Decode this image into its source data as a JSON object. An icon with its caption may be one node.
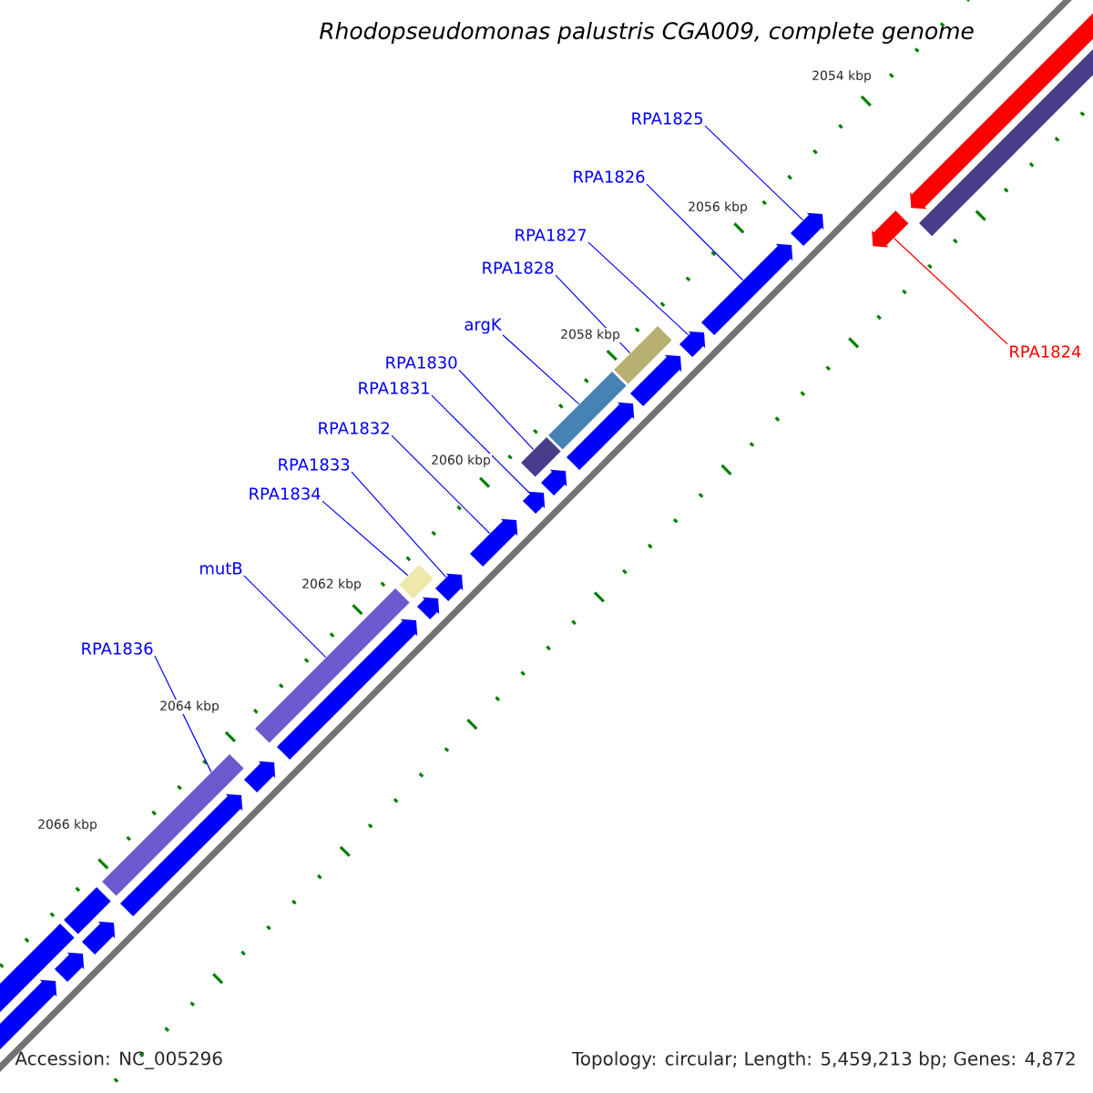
{
  "diagram": {
    "title": "Rhodopseudomonas palustris CGA009, complete genome",
    "nodes": [
      {
        "text": [
          "RPA1825"
        ]
      },
      {
        "text": [
          "RPA1826"
        ]
      },
      {
        "text": [
          "RPA1827"
        ]
      },
      {
        "text": [
          "RPA1828"
        ]
      },
      {
        "text": [
          "argK"
        ]
      },
      {
        "text": [
          "RPA1824"
        ]
      },
      {
        "text": [
          "RPA1830"
        ]
      },
      {
        "text": [
          "RPA1831"
        ]
      },
      {
        "text": [
          "RPA1832"
        ]
      },
      {
        "text": [
          "RPA1833"
        ]
      },
      {
        "text": [
          "RPA1834"
        ]
      },
      {
        "text": [
          "mutB"
        ]
      },
      {
        "text": [
          "RPA1836"
        ]
      },
      {
        "text": [],
        "shape": "arrow"
      },
      {
        "text": [],
        "shape": "arrow"
      },
      {
        "text": [],
        "shape": "arrow"
      },
      {
        "text": [],
        "shape": "bar"
      },
      {
        "text": [],
        "shape": "bar"
      },
      {
        "text": [],
        "shape": "arrow"
      },
      {
        "text": [],
        "shape": "bar"
      },
      {
        "text": [],
        "shape": "arrow"
      },
      {
        "text": [],
        "shape": "arrow"
      },
      {
        "text": [],
        "shape": "arrow"
      },
      {
        "text": [],
        "shape": "bar"
      },
      {
        "text": [],
        "shape": "bar"
      },
      {
        "text": [],
        "shape": "bar"
      },
      {
        "text": [],
        "shape": "arrow"
      },
      {
        "text": [],
        "shape": "arrow"
      },
      {
        "text": [],
        "shape": "arrow"
      },
      {
        "text": [],
        "shape": "arrow"
      },
      {
        "text": [],
        "shape": "arrow"
      },
      {
        "text": [],
        "shape": "arrow"
      },
      {
        "text": [],
        "shape": "arrow"
      },
      {
        "text": [],
        "shape": "arrow"
      },
      {
        "text": [],
        "shape": "arrow"
      },
      {
        "text": [],
        "shape": "arrow"
      },
      {
        "text": [],
        "shape": "bar"
      },
      {
        "text": [],
        "shape": "bar"
      },
      {
        "text": [],
        "shape": "arrow"
      },
      {
        "text": [],
        "shape": "bar"
      }
    ],
    "edges": [
      {
        "from": 0,
        "to": 13,
        "arrow": "none"
      },
      {
        "from": 1,
        "to": 14,
        "arrow": "none"
      },
      {
        "from": 2,
        "to": 15,
        "arrow": "none"
      },
      {
        "from": 3,
        "to": 16,
        "arrow": "none"
      },
      {
        "from": 4,
        "to": 17,
        "arrow": "none"
      },
      {
        "from": 5,
        "to": 18,
        "arrow": "none",
        "color": "#ff0000"
      },
      {
        "from": 6,
        "to": 19,
        "arrow": "none"
      },
      {
        "from": 7,
        "to": 20,
        "arrow": "none"
      },
      {
        "from": 8,
        "to": 21,
        "arrow": "none"
      },
      {
        "from": 9,
        "to": 22,
        "arrow": "none"
      },
      {
        "from": 10,
        "to": 23,
        "arrow": "none"
      },
      {
        "from": 11,
        "to": 24,
        "arrow": "none"
      },
      {
        "from": 12,
        "to": 25,
        "arrow": "none"
      }
    ],
    "labels": [
      "2054 kbp",
      "2056 kbp",
      "2058 kbp",
      "2060 kbp",
      "2062 kbp",
      "2064 kbp",
      "2066 kbp",
      "Accession: NC_005296",
      "Topology: circular; Length: 5,459,213 bp; Genes: 4,872"
    ]
  }
}
